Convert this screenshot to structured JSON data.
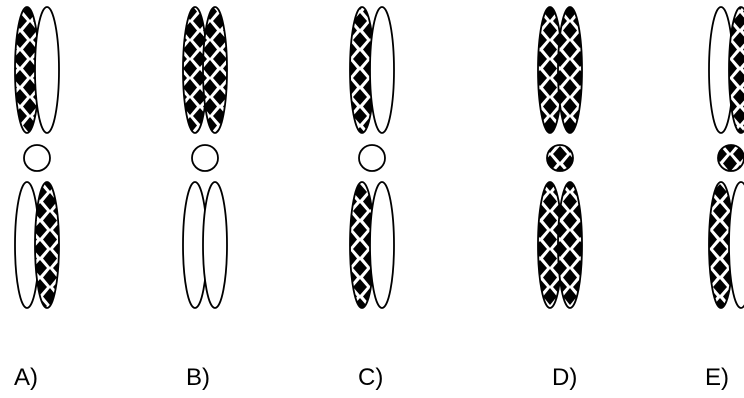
{
  "figure": {
    "options": [
      {
        "label": "A)",
        "chromatids": [
          {
            "top": "patterned",
            "bottom": "plain"
          },
          {
            "top": "plain",
            "bottom": "patterned"
          }
        ],
        "centromere": "plain"
      },
      {
        "label": "B)",
        "chromatids": [
          {
            "top": "patterned",
            "bottom": "plain"
          },
          {
            "top": "patterned",
            "bottom": "plain"
          }
        ],
        "centromere": "plain"
      },
      {
        "label": "C)",
        "chromatids": [
          {
            "top": "patterned",
            "bottom": "patterned"
          },
          {
            "top": "plain",
            "bottom": "plain"
          }
        ],
        "centromere": "plain"
      },
      {
        "label": "D)",
        "chromatids": [
          {
            "top": "patterned",
            "bottom": "patterned"
          },
          {
            "top": "patterned",
            "bottom": "patterned"
          }
        ],
        "centromere": "patterned"
      },
      {
        "label": "E)",
        "chromatids": [
          {
            "top": "plain",
            "bottom": "patterned"
          },
          {
            "top": "patterned",
            "bottom": "plain"
          }
        ],
        "centromere": "patterned"
      }
    ],
    "colors": {
      "stroke": "#000000",
      "fill_plain": "#ffffff",
      "fill_pattern": "#000000"
    }
  }
}
